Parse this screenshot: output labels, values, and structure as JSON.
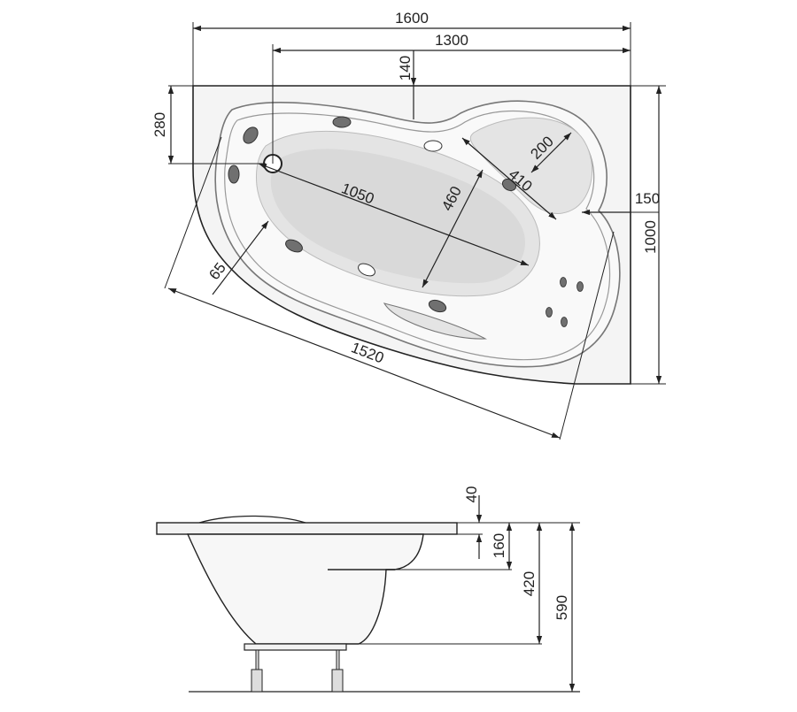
{
  "plan_view": {
    "dimensions": {
      "overall_width": "1600",
      "inner_width": "1300",
      "top_offset": "140",
      "back_depth": "280",
      "basin_length": "1050",
      "basin_width": "460",
      "seat_length": "410",
      "seat_width": "200",
      "side_offset": "150",
      "overall_depth": "1000",
      "rim_offset": "65",
      "diagonal_length": "1520"
    }
  },
  "side_view": {
    "dimensions": {
      "rim_thickness": "40",
      "seat_depth": "160",
      "basin_depth": "420",
      "overall_height": "590"
    }
  },
  "colors": {
    "line": "#222222",
    "rim_fill": "#f2f2f2",
    "shell_fill": "#f7f7f7",
    "basin_fill": "#e6e6e6",
    "basin_inner": "#dadada",
    "jet_fill": "#707070",
    "drain_fill": "#ffffff"
  },
  "icons": {
    "drain": "drain-icon",
    "jet": "jet-icon",
    "arrowhead": "arrowhead-icon"
  }
}
